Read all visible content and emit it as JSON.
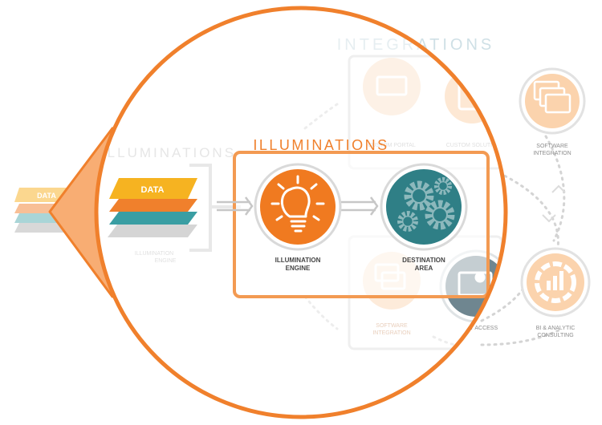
{
  "colors": {
    "orange": "#f0802c",
    "orange_light": "#f7a968",
    "orange_pale": "#fcd9b8",
    "teal": "#2f7f86",
    "gray": "#999999",
    "slate": "#6f8690",
    "yellow": "#f6b321",
    "layer_orange": "#f0802c",
    "layer_teal": "#3a9ea3",
    "layer_gray": "#c8c8c8",
    "data_text": "#ffffff"
  },
  "icons": {
    "engine": "lightbulb-icon",
    "destination": "gears-icon",
    "software_integration": "windows-icon",
    "bi_consulting": "bar-chart-icon",
    "data_stack": "layers-icon"
  },
  "background": {
    "integrations_title": "INTEGRATIONS",
    "custom_portal": "CUSTOM PORTAL",
    "custom_solutions": "CUSTOM SOLUTIONS",
    "software_integration_line1": "SOFTWARE",
    "software_integration_line2": "INTEGRATION",
    "bi_line1": "BI & ANALYTIC",
    "bi_line2": "CONSULTING",
    "direct_access": "DIRECT ACCESS",
    "faded_illuminations": "ILLUMINATIONS",
    "faded_engine_line1": "ILLUMINATION",
    "faded_engine_line2": "ENGINE",
    "faded_software_line1": "SOFTWARE",
    "faded_software_line2": "INTEGRATION"
  },
  "left_data_label": "DATA",
  "magnifier": {
    "data_label": "DATA",
    "illuminations_title": "ILLUMINATIONS",
    "engine_line1": "ILLUMINATION",
    "engine_line2": "ENGINE",
    "destination_line1": "DESTINATION",
    "destination_line2": "AREA"
  }
}
